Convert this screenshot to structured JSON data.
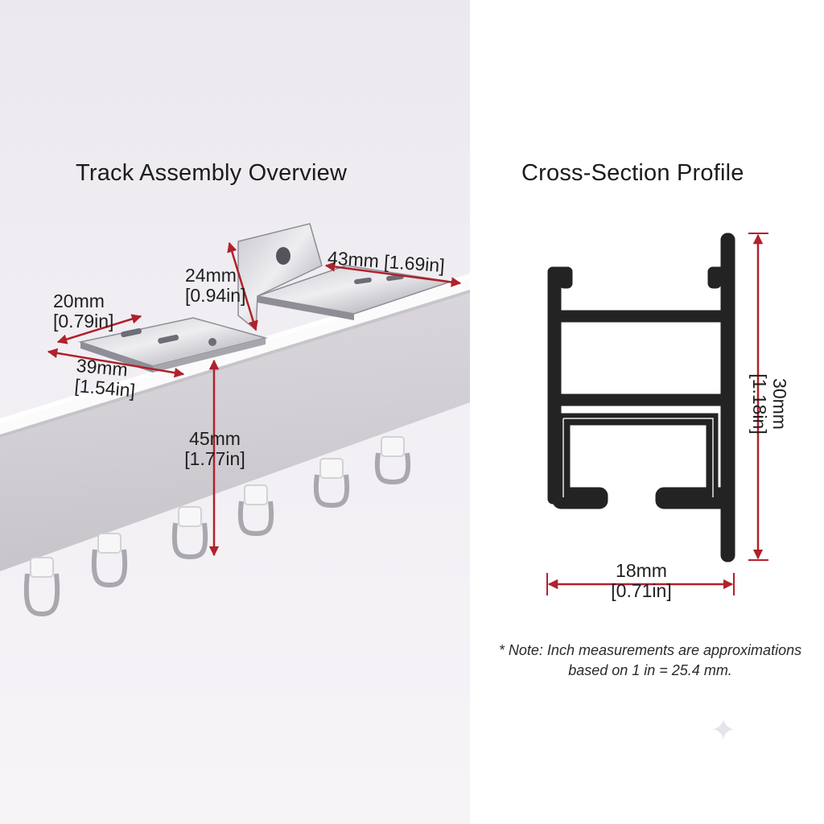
{
  "titles": {
    "left": "Track Assembly Overview",
    "right": "Cross-Section Profile"
  },
  "assembly_dimensions": {
    "bracket_width": {
      "mm": "20mm",
      "in": "[0.79in]"
    },
    "bracket_length": {
      "mm": "39mm",
      "in": "[1.54in]"
    },
    "bracket_height": {
      "mm": "24mm",
      "in": "[0.94in]"
    },
    "bracket_depth": {
      "text": "43mm [1.69in]"
    },
    "drop_height": {
      "mm": "45mm",
      "in": "[1.77in]"
    }
  },
  "profile_dimensions": {
    "height": {
      "mm": "30mm",
      "in": "[1.18in]"
    },
    "width": {
      "mm": "18mm",
      "in": "[0.71in]"
    }
  },
  "note": {
    "line1": "* Note: Inch measurements are approximations",
    "line2": "based on 1 in = 25.4 mm."
  },
  "colors": {
    "dimension_line": "#b0212b",
    "profile_fill": "#232323",
    "left_background": "#efedf1",
    "right_background": "#ffffff"
  }
}
